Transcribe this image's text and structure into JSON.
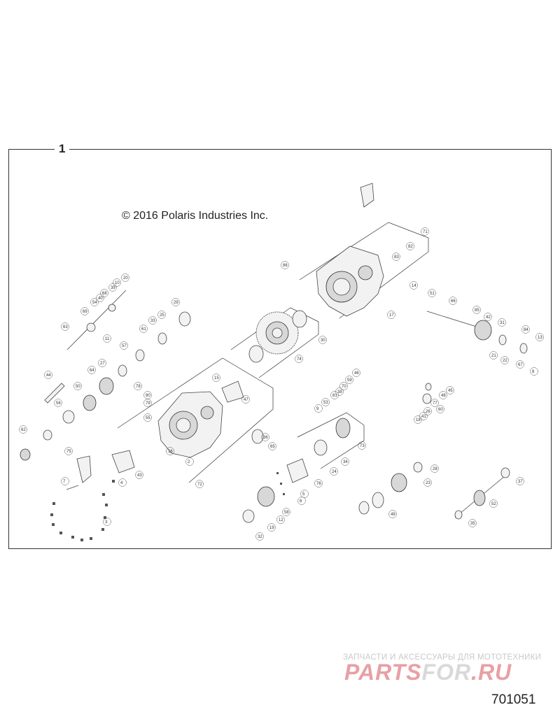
{
  "diagram": {
    "frame_label": "1",
    "copyright": "© 2016 Polaris Industries Inc.",
    "diagram_number": "701051",
    "callouts": [
      "1",
      "2",
      "3",
      "4",
      "5",
      "6",
      "7",
      "8",
      "9",
      "10",
      "11",
      "12",
      "13",
      "14",
      "15",
      "16",
      "17",
      "18",
      "19",
      "20",
      "21",
      "22",
      "23",
      "24",
      "25",
      "26",
      "27",
      "28",
      "29",
      "30",
      "31",
      "32",
      "33",
      "34",
      "35",
      "36",
      "37",
      "38",
      "39",
      "40",
      "41",
      "42",
      "43",
      "44",
      "45",
      "46",
      "47",
      "48",
      "49",
      "50",
      "51",
      "52",
      "53",
      "54",
      "55",
      "56",
      "57",
      "58",
      "59",
      "60",
      "61",
      "62",
      "63",
      "64",
      "65",
      "66",
      "67",
      "68",
      "69",
      "70",
      "71",
      "72",
      "73",
      "74",
      "75",
      "76",
      "77",
      "78",
      "79",
      "80",
      "81",
      "82",
      "83",
      "84",
      "85",
      "86"
    ]
  },
  "watermark": {
    "subtitle": "ЗАПЧАСТИ И АКСЕССУАРЫ ДЛЯ МОТОТЕХНИКИ",
    "brand_parts": "PARTS",
    "brand_for": "FOR",
    "brand_ru": ".RU",
    "colors": {
      "red": "#e8a0a4",
      "grey": "#d9d9d9"
    }
  }
}
